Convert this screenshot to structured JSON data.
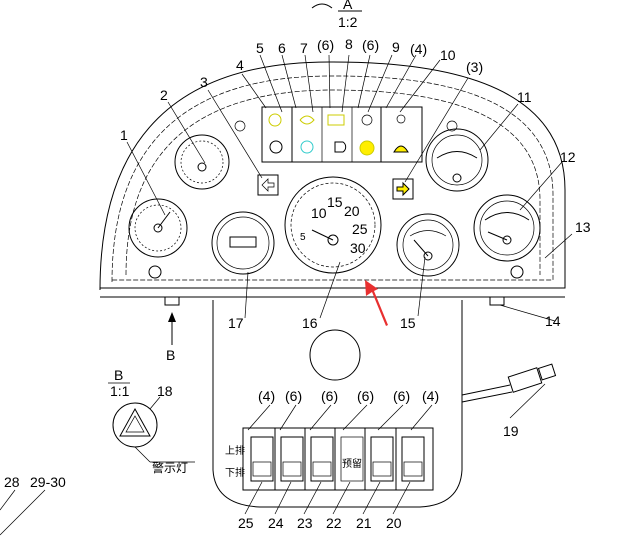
{
  "view_a": {
    "label": "A",
    "scale": "1:2"
  },
  "view_b": {
    "label": "B",
    "scale": "1:1",
    "arrow_label": "B"
  },
  "callouts": {
    "c1": "1",
    "c2": "2",
    "c3": "3",
    "c3b": "(3)",
    "c4": "4",
    "c4b": "(4)",
    "c5": "5",
    "c6": "6",
    "c6b": "(6)",
    "c6c": "(6)",
    "c7": "7",
    "c8": "8",
    "c9": "9",
    "c10": "10",
    "c11": "11",
    "c12": "12",
    "c13": "13",
    "c14": "14",
    "c15": "15",
    "c16": "16",
    "c17": "17",
    "c18": "18",
    "c19": "19",
    "c20": "20",
    "c21": "21",
    "c22": "22",
    "c23": "23",
    "c24": "24",
    "c25": "25",
    "c28": "28",
    "c29_30": "29-30"
  },
  "speedometer_ticks": [
    "5",
    "10",
    "15",
    "20",
    "25",
    "30"
  ],
  "switch_panel": {
    "row_upper": "上排",
    "row_lower": "下排",
    "reserved": "预留",
    "qty_labels": [
      "(4)",
      "(6)",
      "(6)",
      "(6)",
      "(6)",
      "(4)"
    ]
  },
  "warning_lamp_label": "警示灯",
  "colors": {
    "highlight": "#ffee00",
    "callout_dot": "#22cc22",
    "arrow": "#e83030",
    "cyan": "#33cccc"
  }
}
